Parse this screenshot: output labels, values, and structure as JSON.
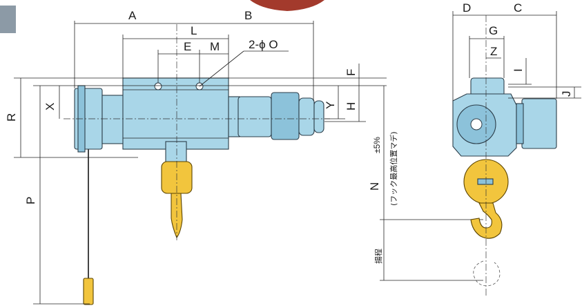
{
  "labels": {
    "A": "A",
    "B": "B",
    "L": "L",
    "E": "E",
    "M": "M",
    "hole_spec": "2-ϕ O",
    "F": "F",
    "X": "X",
    "Y": "Y",
    "H": "H",
    "R": "R",
    "P": "P",
    "N": "N",
    "tolerance": "±5%",
    "hook_note": "(フック最高位置マデ)",
    "lift": "揚程",
    "D": "D",
    "C": "C",
    "G": "G",
    "Z": "Z",
    "I": "I",
    "J": "J"
  },
  "colors": {
    "body": "#a9d6e8",
    "hook": "#f2c53d",
    "corner_tab": "#8c9aa6",
    "top_badge": "#a33a2c"
  }
}
